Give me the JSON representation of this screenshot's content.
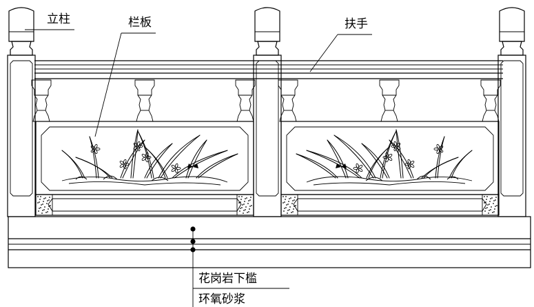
{
  "labels": {
    "post": "立柱",
    "panel": "栏板",
    "handrail": "扶手",
    "base_stone": "花岗岩下槛",
    "mortar": "环氧砂浆"
  },
  "colors": {
    "line": "#000000",
    "background": "#ffffff"
  }
}
